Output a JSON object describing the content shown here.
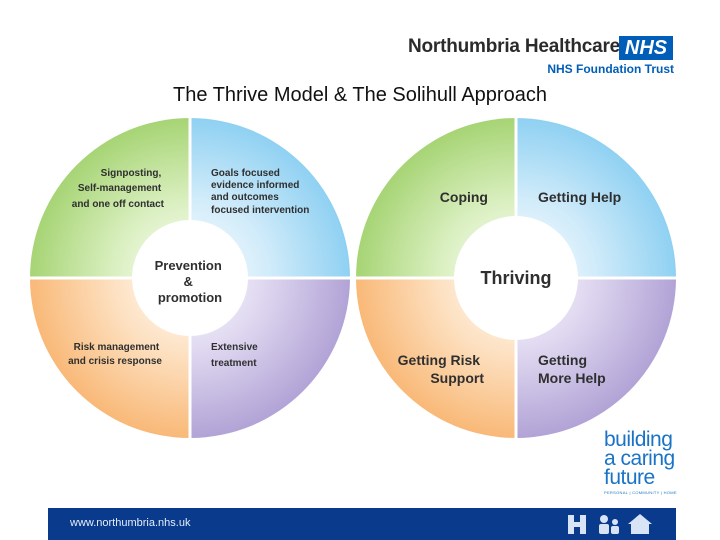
{
  "header": {
    "org_name": "Northumbria Healthcare",
    "nhs_badge": "NHS",
    "org_subtitle": "NHS Foundation Trust"
  },
  "slide": {
    "title": "The Thrive Model & The Solihull Approach"
  },
  "left_wheel": {
    "center": [
      "Prevention",
      "&",
      "promotion"
    ],
    "top_left": [
      "Signposting,",
      "Self-management",
      "and one off contact"
    ],
    "top_right": [
      "Goals focused",
      "evidence informed",
      "and outcomes",
      "focused intervention"
    ],
    "bottom_left": [
      "Risk management",
      "and crisis response"
    ],
    "bottom_right": [
      "Extensive",
      "treatment"
    ]
  },
  "right_wheel": {
    "center": "Thriving",
    "top_left": [
      "Coping"
    ],
    "top_right": [
      "Getting Help"
    ],
    "bottom_left": [
      "Getting Risk",
      "Support"
    ],
    "bottom_right": [
      "Getting",
      "More Help"
    ]
  },
  "branding": {
    "line1": "building",
    "line2": "a caring",
    "line3": "future",
    "tagline": "PERSONAL | COMMUNITY | HOME"
  },
  "footer": {
    "url": "www.northumbria.nhs.uk",
    "icons": [
      "hospital-icon",
      "people-icon",
      "home-icon"
    ]
  },
  "colors": {
    "green": "#8cc63f",
    "blue": "#6fc3ee",
    "orange": "#f7a857",
    "purple": "#9d8bc9",
    "nhs_blue": "#005eb8",
    "footer_navy": "#0a3a8c"
  }
}
